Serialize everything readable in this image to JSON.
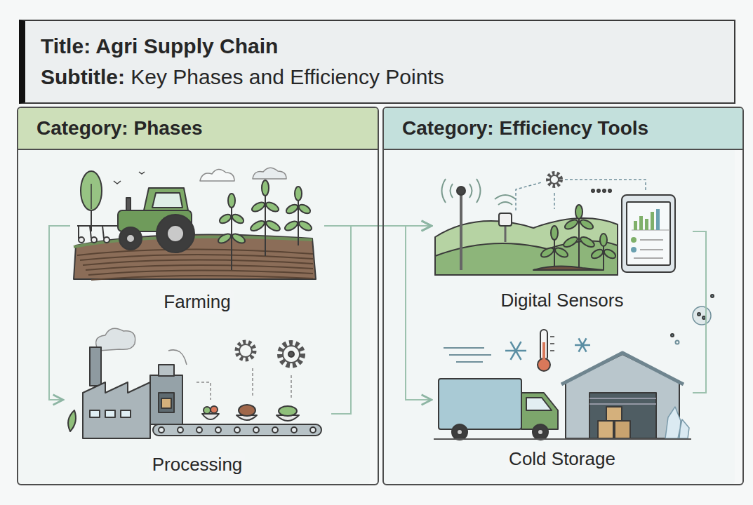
{
  "diagram": {
    "nodes": [
      {
        "text": [
          "Title: Agri Supply Chain",
          "Subtitle: Key Phases and Efficiency Points"
        ]
      },
      {
        "text": [
          "Category: Phases"
        ]
      },
      {
        "text": [
          "Farming"
        ],
        "in": 1
      },
      {
        "text": [
          "Processing"
        ],
        "in": 1
      },
      {
        "text": [
          "Category: Efficiency Tools"
        ]
      },
      {
        "text": [
          "Digital Sensors"
        ],
        "in": 4
      },
      {
        "text": [
          "Cold Storage"
        ],
        "in": 4
      }
    ],
    "edges": [
      {
        "from": 2,
        "to": 3,
        "arrow": "to"
      },
      {
        "from": 2,
        "to": 5,
        "arrow": "to"
      },
      {
        "from": 3,
        "to": 5,
        "arrow": "to"
      },
      {
        "from": 2,
        "to": 6,
        "arrow": "to"
      },
      {
        "from": 5,
        "to": 6,
        "arrow": "none"
      }
    ]
  }
}
